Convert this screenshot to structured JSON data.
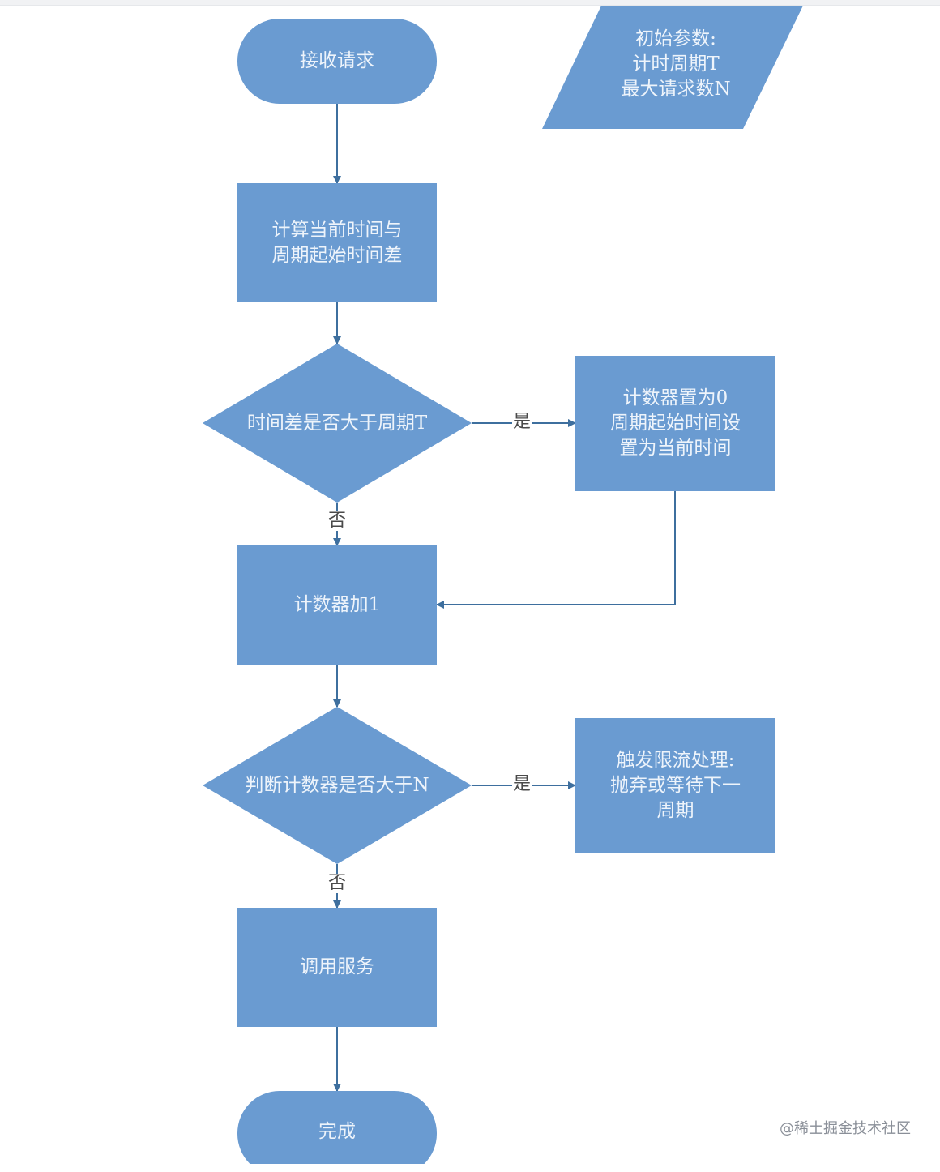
{
  "colors": {
    "shape_fill": "#6a9bd1",
    "connector": "#3e6f9e",
    "label_text": "#4a4a4a",
    "watermark": "#8a8f98"
  },
  "nodes": {
    "receive_request": "接收请求",
    "initial_params": "初始参数:\n计时周期T\n最大请求数N",
    "calc_time_diff": "计算当前时间与\n周期起始时间差",
    "check_period": "时间差是否大于周期T",
    "reset_counter": "计数器置为0\n周期起始时间设\n置为当前时间",
    "increment_counter": "计数器加1",
    "check_count": "判断计数器是否大于N",
    "rate_limit": "触发限流处理:\n抛弃或等待下一\n周期",
    "call_service": "调用服务",
    "done": "完成"
  },
  "edge_labels": {
    "period_yes": "是",
    "period_no": "否",
    "count_yes": "是",
    "count_no": "否"
  },
  "watermark": "@稀土掘金技术社区"
}
